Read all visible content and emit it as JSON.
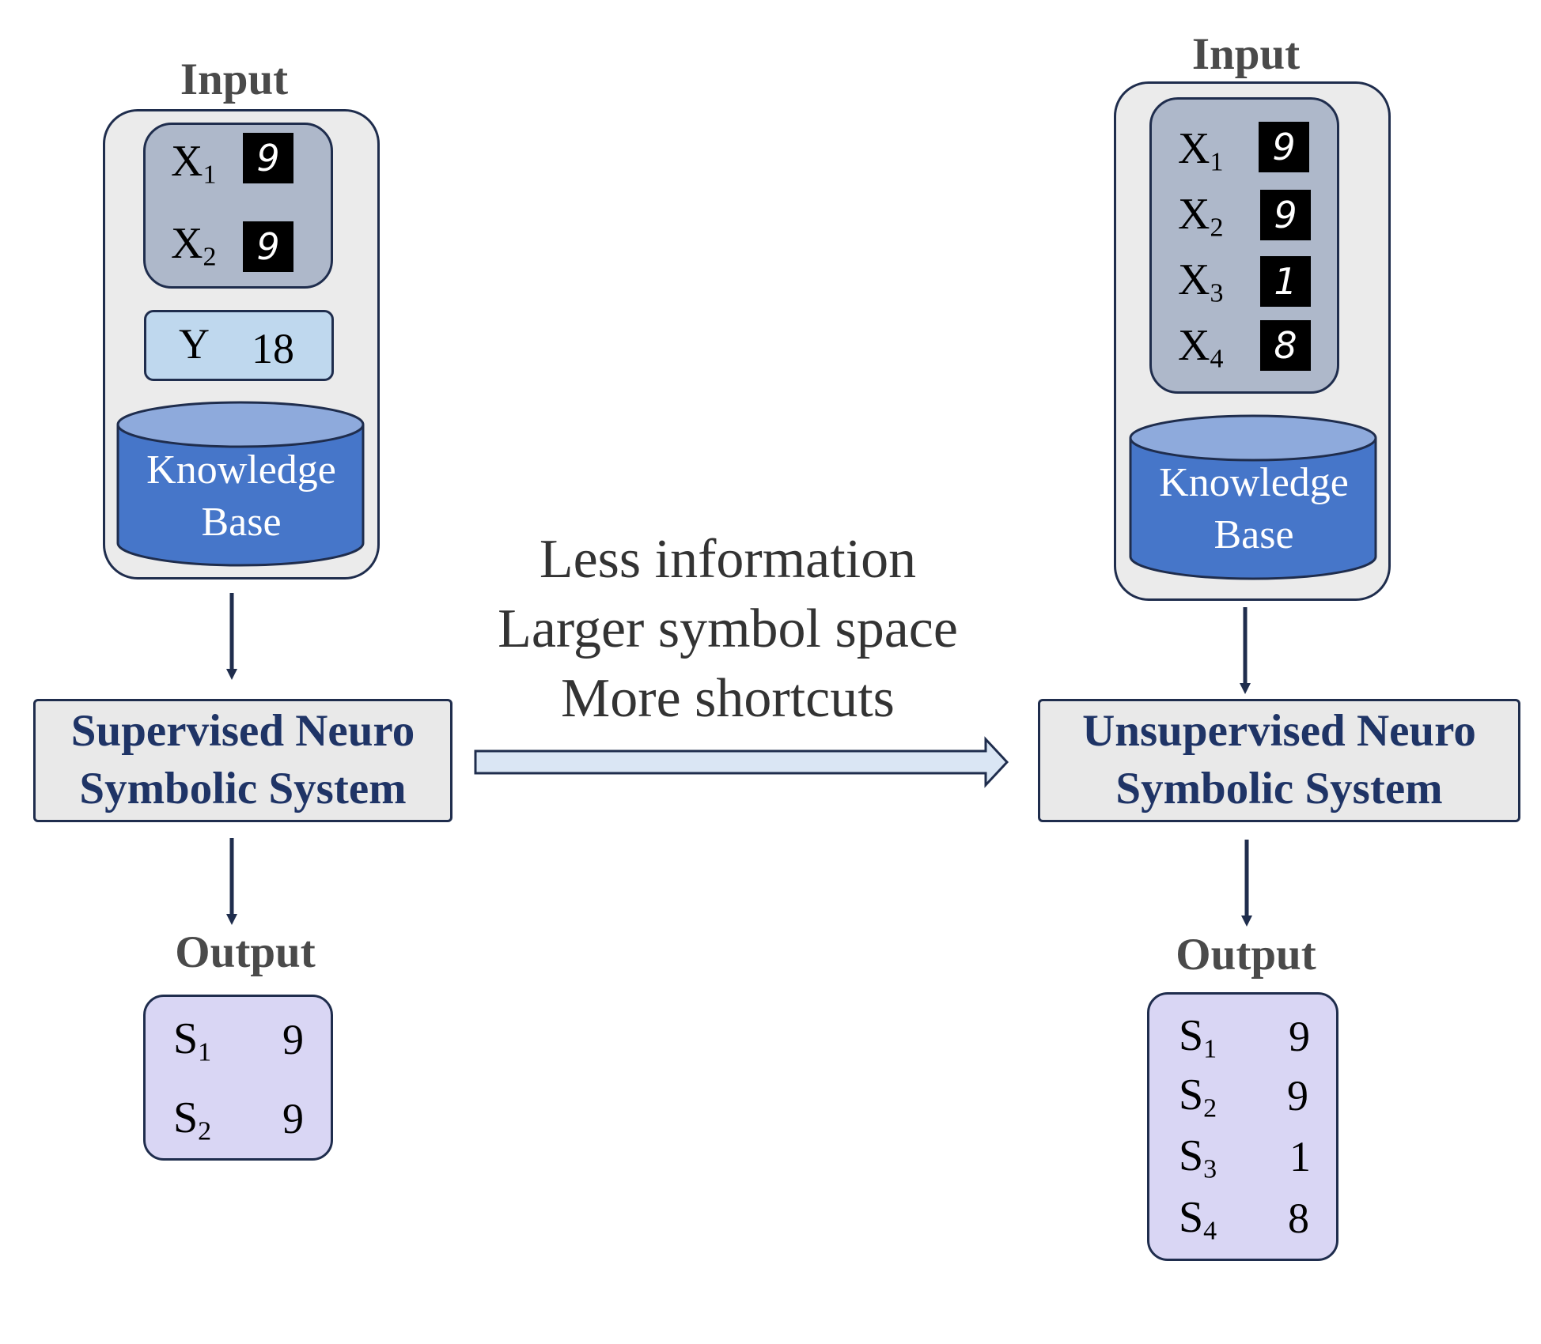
{
  "left": {
    "input_heading": "Input",
    "x_rows": [
      {
        "var": "X",
        "sub": "1",
        "digit": "9"
      },
      {
        "var": "X",
        "sub": "2",
        "digit": "9"
      }
    ],
    "y_label": "Y",
    "y_value": "18",
    "kb_line1": "Knowledge",
    "kb_line2": "Base",
    "system_line1": "Supervised Neuro",
    "system_line2": "Symbolic System",
    "output_heading": "Output",
    "outputs": [
      {
        "var": "S",
        "sub": "1",
        "value": "9"
      },
      {
        "var": "S",
        "sub": "2",
        "value": "9"
      }
    ]
  },
  "right": {
    "input_heading": "Input",
    "x_rows": [
      {
        "var": "X",
        "sub": "1",
        "digit": "9"
      },
      {
        "var": "X",
        "sub": "2",
        "digit": "9"
      },
      {
        "var": "X",
        "sub": "3",
        "digit": "1"
      },
      {
        "var": "X",
        "sub": "4",
        "digit": "8"
      }
    ],
    "kb_line1": "Knowledge",
    "kb_line2": "Base",
    "system_line1": "Unsupervised Neuro",
    "system_line2": "Symbolic System",
    "output_heading": "Output",
    "outputs": [
      {
        "var": "S",
        "sub": "1",
        "value": "9"
      },
      {
        "var": "S",
        "sub": "2",
        "value": "9"
      },
      {
        "var": "S",
        "sub": "3",
        "value": "1"
      },
      {
        "var": "S",
        "sub": "4",
        "value": "8"
      }
    ]
  },
  "middle": {
    "line1": "Less information",
    "line2": "Larger symbol space",
    "line3": "More shortcuts"
  },
  "colors": {
    "outline": "#1f2d4d",
    "input_bg": "#ebebeb",
    "x_group_bg": "#aeb8ca",
    "y_box_bg": "#bfd8ee",
    "kb_body": "#4676c9",
    "kb_top": "#8eaadc",
    "system_bg": "#e9e9e9",
    "system_text": "#1f3466",
    "output_bg": "#d9d6f4",
    "arrow_fill": "#dae6f4"
  }
}
